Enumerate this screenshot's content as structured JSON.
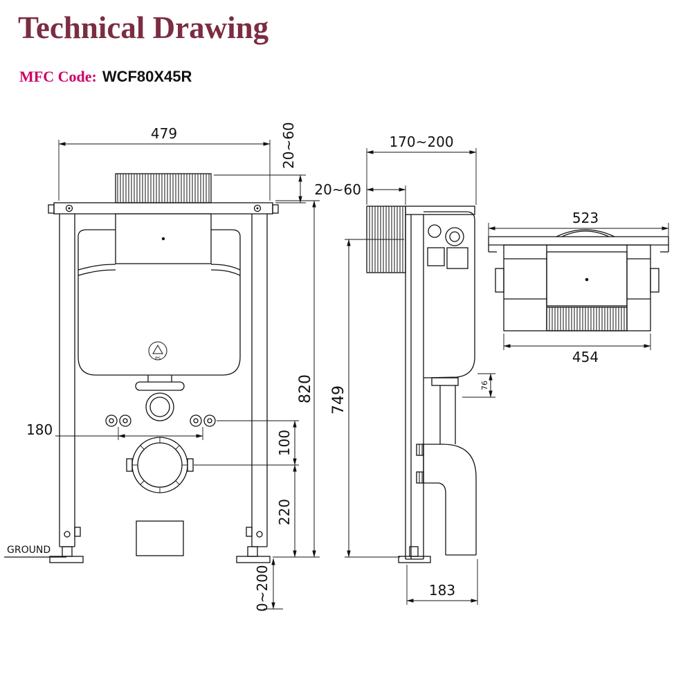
{
  "header": {
    "title": "Technical Drawing",
    "mfc_label": "MFC Code:",
    "mfc_code": "WCF80X45R"
  },
  "front_view": {
    "width": "479",
    "plate_depth_range": "20~60",
    "height": "820",
    "bolt_spacing": "180",
    "inlet_to_outlet": "100",
    "outlet_height": "220",
    "foot_adjust_range": "0~200",
    "ground_label": "GROUND",
    "ps_label": "PS"
  },
  "side_view": {
    "depth_range": "170~200",
    "plate_depth_range": "20~60",
    "height": "749",
    "outlet_offset": "76",
    "base_depth": "183"
  },
  "top_view": {
    "overall_width": "523",
    "frame_width": "454"
  },
  "colors": {
    "title": "#7b2d42",
    "mfc_label": "#cc0066",
    "line": "#111111",
    "background": "#ffffff"
  }
}
